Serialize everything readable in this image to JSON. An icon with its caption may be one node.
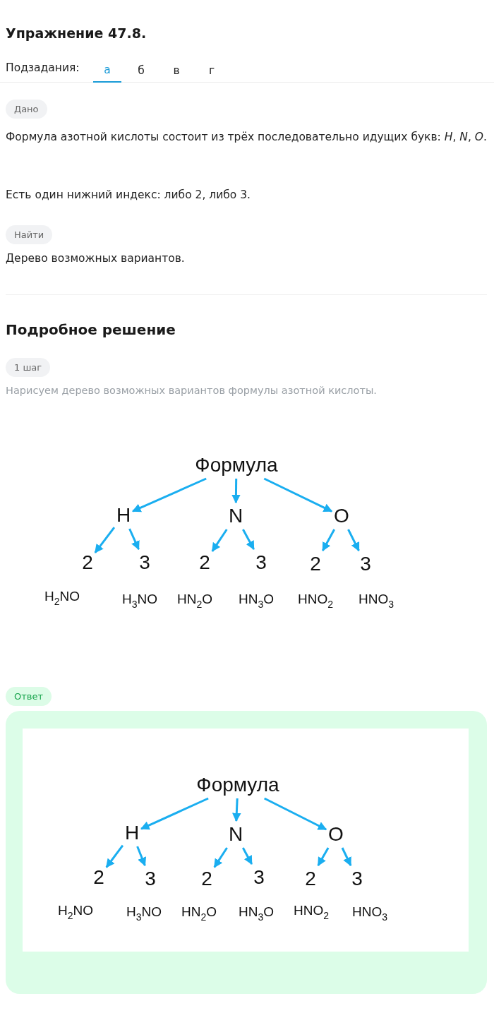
{
  "diagram": {
    "title": "Упражнение 47.8.",
    "nodes": [
      {
        "text": [
          "Формула"
        ]
      },
      {
        "text": [
          "H"
        ]
      },
      {
        "text": [
          "N"
        ]
      },
      {
        "text": [
          "O"
        ]
      },
      {
        "text": [
          "2"
        ],
        "beside": [
          "H$_{2}$NO"
        ]
      },
      {
        "text": [
          "3"
        ],
        "beside": [
          "H$_{3}$NO"
        ]
      },
      {
        "text": [
          "2"
        ],
        "beside": [
          "HN$_{2}$O"
        ]
      },
      {
        "text": [
          "3"
        ],
        "beside": [
          "HN$_{3}$O"
        ]
      },
      {
        "text": [
          "2"
        ],
        "beside": [
          "HNO$_{2}$"
        ]
      },
      {
        "text": [
          "3"
        ],
        "beside": [
          "HNO$_{3}$"
        ]
      },
      {
        "text": [
          "Формула"
        ]
      },
      {
        "text": [
          "H"
        ]
      },
      {
        "text": [
          "N"
        ]
      },
      {
        "text": [
          "O"
        ]
      },
      {
        "text": [
          "2"
        ],
        "beside": [
          "H$_{2}$NO"
        ]
      },
      {
        "text": [
          "3"
        ],
        "beside": [
          "H$_{3}$NO"
        ]
      },
      {
        "text": [
          "2"
        ],
        "beside": [
          "HN$_{2}$O"
        ]
      },
      {
        "text": [
          "3"
        ],
        "beside": [
          "HN$_{3}$O"
        ]
      },
      {
        "text": [
          "2"
        ],
        "beside": [
          "HNO$_{2}$"
        ]
      },
      {
        "text": [
          "3"
        ],
        "beside": [
          "HNO$_{3}$"
        ]
      }
    ],
    "edges": [
      {
        "from": 0,
        "to": 1,
        "arrow": "to"
      },
      {
        "from": 0,
        "to": 2,
        "arrow": "to"
      },
      {
        "from": 0,
        "to": 3,
        "arrow": "to"
      },
      {
        "from": 1,
        "to": 4,
        "arrow": "to"
      },
      {
        "from": 1,
        "to": 5,
        "arrow": "to"
      },
      {
        "from": 2,
        "to": 6,
        "arrow": "to"
      },
      {
        "from": 2,
        "to": 7,
        "arrow": "to"
      },
      {
        "from": 3,
        "to": 8,
        "arrow": "to"
      },
      {
        "from": 3,
        "to": 9,
        "arrow": "to"
      },
      {
        "from": 10,
        "to": 11,
        "arrow": "to"
      },
      {
        "from": 10,
        "to": 12,
        "arrow": "to"
      },
      {
        "from": 10,
        "to": 13,
        "arrow": "to"
      },
      {
        "from": 11,
        "to": 14,
        "arrow": "to"
      },
      {
        "from": 11,
        "to": 15,
        "arrow": "to"
      },
      {
        "from": 12,
        "to": 16,
        "arrow": "to"
      },
      {
        "from": 12,
        "to": 17,
        "arrow": "to"
      },
      {
        "from": 13,
        "to": 18,
        "arrow": "to"
      },
      {
        "from": 13,
        "to": 19,
        "arrow": "to"
      }
    ],
    "labels": [
      "Подзадания:",
      "а",
      "б",
      "в",
      "г",
      "Дано",
      "Формула азотной кислоты состоит из трёх последовательно идущих букв: *H*, *N*, *O*.",
      "Есть один нижний индекс: либо 2, либо 3.",
      "Найти",
      "Дерево возможных вариантов.",
      "Подробное решение",
      "1 шаг",
      "Нарисуем дерево возможных вариантов формулы азотной кислоты.",
      "Ответ"
    ]
  }
}
